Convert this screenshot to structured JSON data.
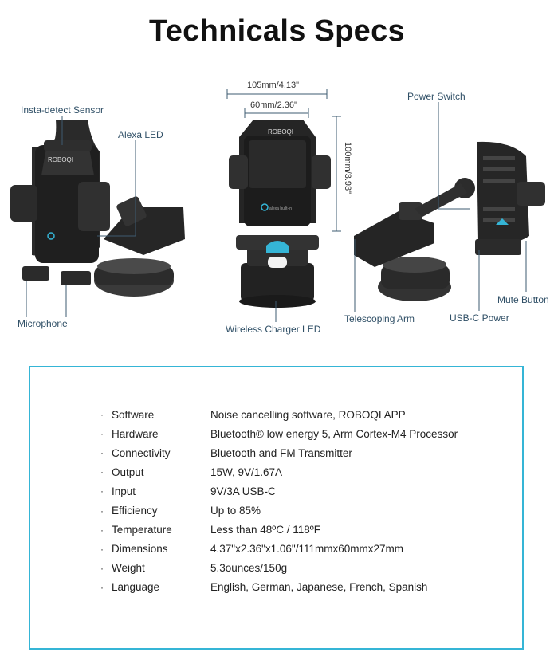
{
  "title": "Technicals Specs",
  "callouts": {
    "insta_detect_sensor": "Insta-detect Sensor",
    "alexa_led": "Alexa LED",
    "microphone": "Microphone",
    "wireless_charger_led": "Wireless Charger LED",
    "power_switch": "Power Switch",
    "telescoping_arm": "Telescoping Arm",
    "usb_c_power": "USB-C Power",
    "mute_button": "Mute Button"
  },
  "dimensions": {
    "outer_width": "105mm/4.13\"",
    "inner_width": "60mm/2.36\"",
    "height": "100mm/3.93\""
  },
  "product_marks": {
    "brand": "ROBOQI",
    "alexa_badge": "alexa built-in"
  },
  "colors": {
    "accent": "#35b5d6",
    "callout_line": "#3d5b70",
    "device_body": "#2a2a2a"
  },
  "specs": [
    {
      "key": "Software",
      "value": "Noise cancelling software, ROBOQI APP"
    },
    {
      "key": "Hardware",
      "value": "Bluetooth® low energy 5, Arm Cortex-M4 Processor"
    },
    {
      "key": "Connectivity",
      "value": "Bluetooth and FM Transmitter"
    },
    {
      "key": "Output",
      "value": "15W, 9V/1.67A"
    },
    {
      "key": "Input",
      "value": "9V/3A USB-C"
    },
    {
      "key": "Efficiency",
      "value": "Up to 85%"
    },
    {
      "key": "Temperature",
      "value": "Less than 48ºC / 118ºF"
    },
    {
      "key": "Dimensions",
      "value": "4.37\"x2.36\"x1.06\"/111mmx60mmx27mm"
    },
    {
      "key": "Weight",
      "value": "5.3ounces/150g"
    },
    {
      "key": "Language",
      "value": "English, German, Japanese, French, Spanish"
    }
  ]
}
